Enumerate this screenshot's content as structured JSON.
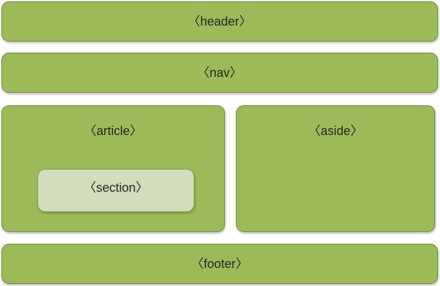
{
  "diagram": {
    "header": {
      "label": "〈header〉"
    },
    "nav": {
      "label": "〈nav〉"
    },
    "article": {
      "label": "〈article〉",
      "section": {
        "label": "〈section〉"
      }
    },
    "aside": {
      "label": "〈aside〉"
    },
    "footer": {
      "label": "〈footer〉"
    }
  },
  "colors": {
    "block_fill": "#9bbb59",
    "block_border": "#71893f",
    "section_fill": "#d1ddbc",
    "text": "#262626"
  }
}
